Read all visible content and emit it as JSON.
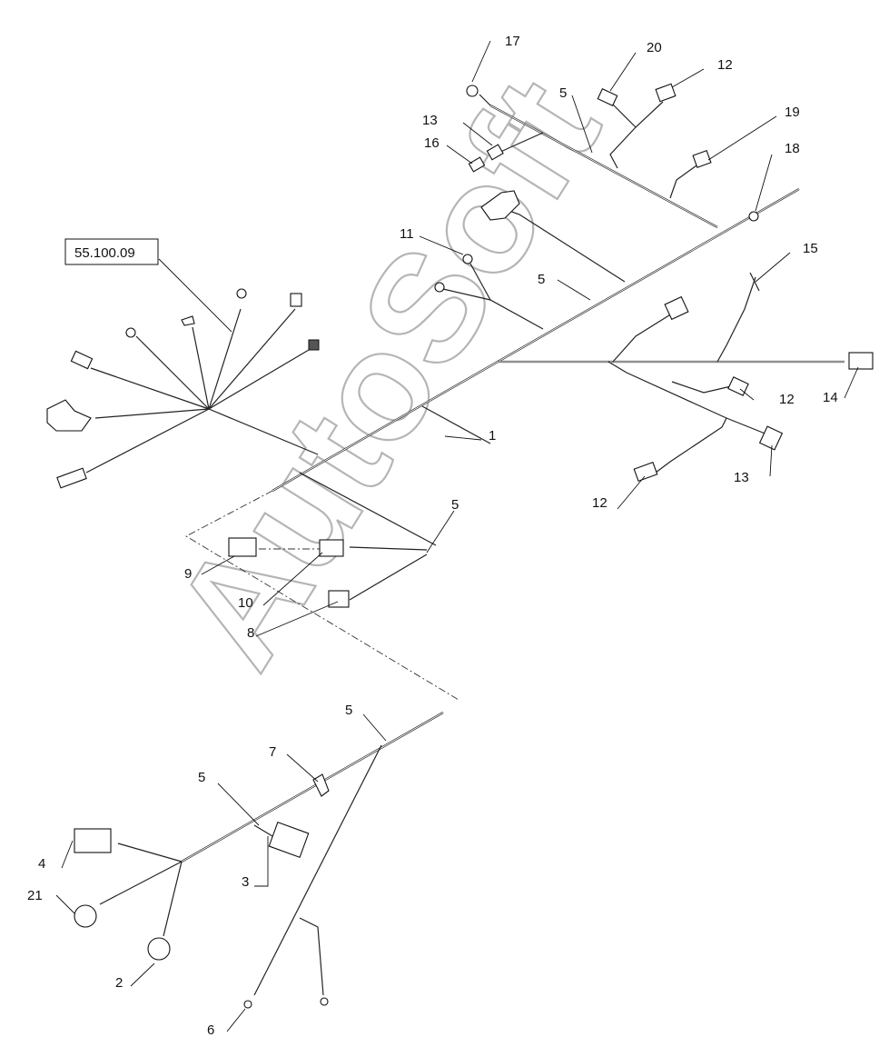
{
  "watermark": "AutoSoft",
  "reference_box": "55.100.09",
  "callouts": {
    "c1": "1",
    "c2": "2",
    "c3": "3",
    "c4": "4",
    "c5a": "5",
    "c5b": "5",
    "c5c": "5",
    "c5d": "5",
    "c5e": "5",
    "c6": "6",
    "c7": "7",
    "c8": "8",
    "c9": "9",
    "c10": "10",
    "c11": "11",
    "c12a": "12",
    "c12b": "12",
    "c12c": "12",
    "c13a": "13",
    "c13b": "13",
    "c14": "14",
    "c15": "15",
    "c16": "16",
    "c17": "17",
    "c18": "18",
    "c19": "19",
    "c20": "20",
    "c21": "21"
  }
}
